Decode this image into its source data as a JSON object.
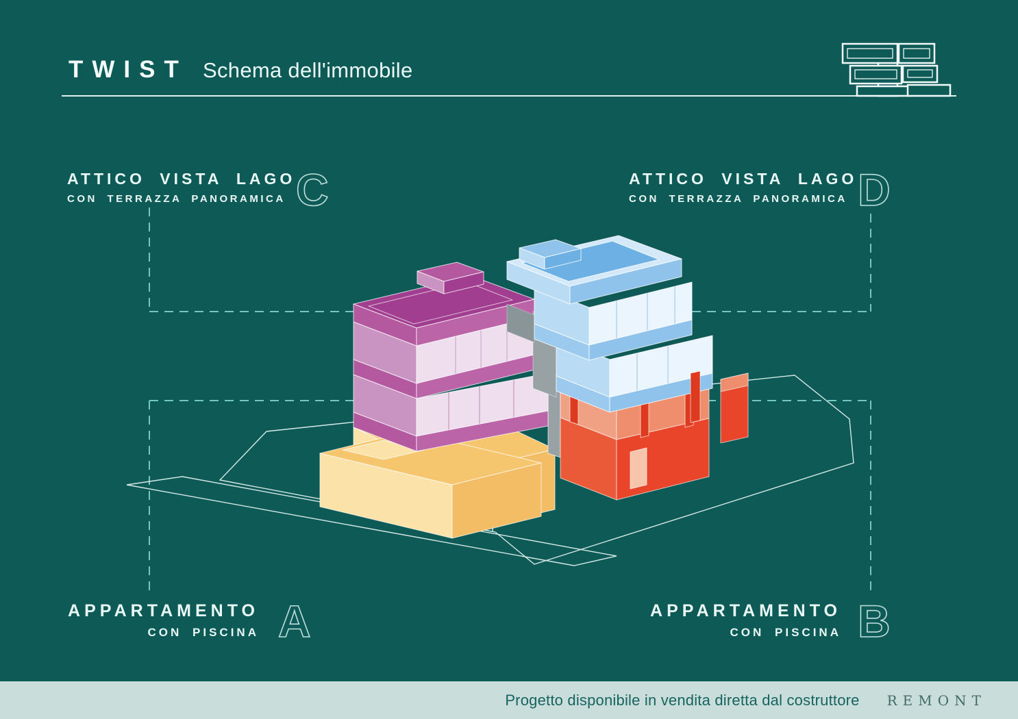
{
  "header": {
    "brand": "TWIST",
    "subtitle": "Schema dell'immobile"
  },
  "brand_icon": "stacked-building-blocks-icon",
  "units": {
    "C": {
      "letter": "C",
      "line1": "ATTICO VISTA LAGO",
      "line2": "CON TERRAZZA PANORAMICA",
      "colors": {
        "light": "#c994c1",
        "mid": "#b4589f",
        "mid2": "#bb64a8",
        "dark": "#a23e90",
        "window": "#efdfee"
      }
    },
    "D": {
      "letter": "D",
      "line1": "ATTICO VISTA LAGO",
      "line2": "CON TERRAZZA PANORAMICA",
      "colors": {
        "light": "#b9dcf4",
        "lightmid": "#9ccaef",
        "mid": "#8fc3ec",
        "dark": "#6db1e4",
        "window": "#eaf5fd",
        "rim": "#d3e9f9"
      }
    },
    "A": {
      "letter": "A",
      "line1": "APPARTAMENTO",
      "line2": "CON PISCINA",
      "colors": {
        "light": "#fbe2a8",
        "mid": "#f6c66f",
        "dark": "#f3bd66"
      }
    },
    "B": {
      "letter": "B",
      "line1": "APPARTAMENTO",
      "line2": "CON PISCINA",
      "colors": {
        "salmon": "#f0a183",
        "salmon_dark": "#ee8e6c",
        "red_light": "#ea5a38",
        "red": "#e8452a",
        "accent": "#dd3a20",
        "door": "#f7c5ab"
      }
    }
  },
  "scene": {
    "background": "#0e5a57",
    "ground_line": "#e6f6f3",
    "dashed_line": "#79cfc6",
    "party_wall": "#98a1a3",
    "edge_highlight": "#ffffff"
  },
  "footer": {
    "text": "Progetto disponibile in vendita diretta dal costruttore",
    "brand": "REMONT",
    "background": "#c9dedb"
  }
}
